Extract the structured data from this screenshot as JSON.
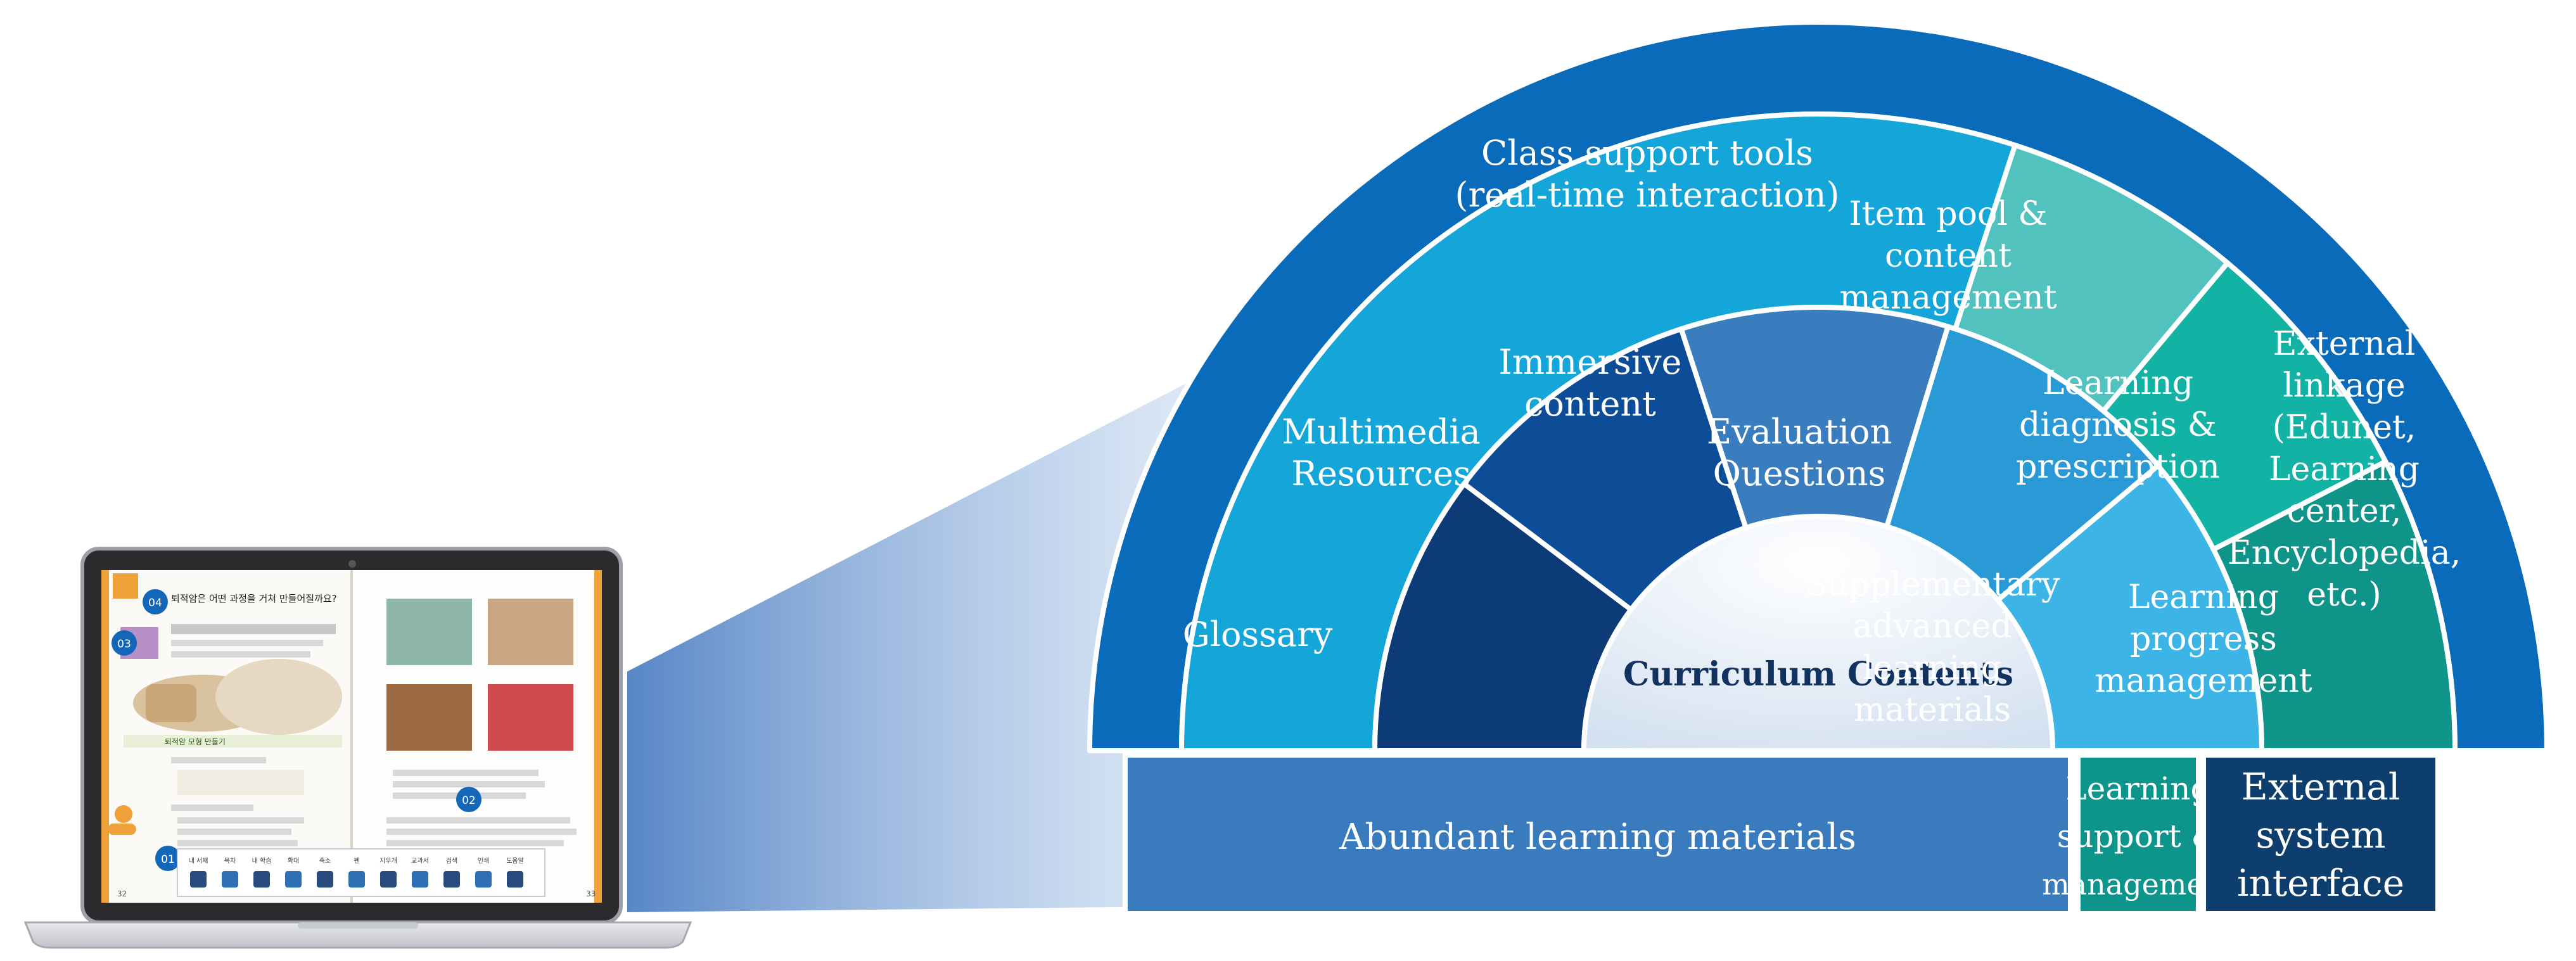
{
  "diagram": {
    "center_label": "Curriculum Contents",
    "inner_ring": [
      {
        "id": "glossary",
        "lines": [
          "Glossary"
        ],
        "color": "#0c3b78"
      },
      {
        "id": "multimedia",
        "lines": [
          "Multimedia",
          "Resources"
        ],
        "color": "#0d4c96"
      },
      {
        "id": "immersive",
        "lines": [
          "Immersive",
          "content"
        ],
        "color": "#3a7dbf"
      },
      {
        "id": "evaluation",
        "lines": [
          "Evaluation",
          "Questions"
        ],
        "color": "#2a9ad6"
      },
      {
        "id": "supplementary",
        "lines": [
          "Supplementary",
          "advanced",
          "learning",
          "materials"
        ],
        "color": "#3db4e6"
      }
    ],
    "middle_ring": [
      {
        "id": "class-support",
        "lines": [
          "Class support tools",
          "(real-time interaction)"
        ],
        "color": "#14a6d8"
      },
      {
        "id": "item-pool",
        "lines": [
          "Item pool &",
          "content",
          "management"
        ],
        "color": "#52c2be"
      },
      {
        "id": "learning-diagnosis",
        "lines": [
          "Learning",
          "diagnosis &",
          "prescription"
        ],
        "color": "#12b2a4"
      },
      {
        "id": "learning-progress",
        "lines": [
          "Learning",
          "progress",
          "management"
        ],
        "color": "#0f948a"
      }
    ],
    "outer_ring": {
      "lines": [
        "External",
        "linkage",
        "(Edunet,",
        "Learning",
        "center,",
        "Encyclopedia,",
        "etc.)"
      ],
      "color": "#0a6bbb"
    },
    "bottom_boxes": [
      {
        "id": "abundant",
        "lines": [
          "Abundant learning materials"
        ],
        "color": "#3a7bbd"
      },
      {
        "id": "support",
        "lines": [
          "Learning",
          "support &",
          "management"
        ],
        "color": "#0e958b"
      },
      {
        "id": "external",
        "lines": [
          "External",
          "system",
          "interface"
        ],
        "color": "#0e3e6e"
      }
    ]
  },
  "laptop": {
    "page_left_title": "퇴적암은 어떤 과정을 거쳐 만들어질까요?",
    "page_left_subtitle": "퇴적암 모형 만들기",
    "callouts": [
      "01",
      "02",
      "03",
      "04"
    ],
    "toolbar_items": [
      "내 서재",
      "목차",
      "내 학습",
      "확대",
      "축소",
      "펜",
      "지우개",
      "교과서",
      "검색",
      "인쇄",
      "도움말"
    ],
    "page_numbers": [
      "32",
      "33"
    ]
  }
}
